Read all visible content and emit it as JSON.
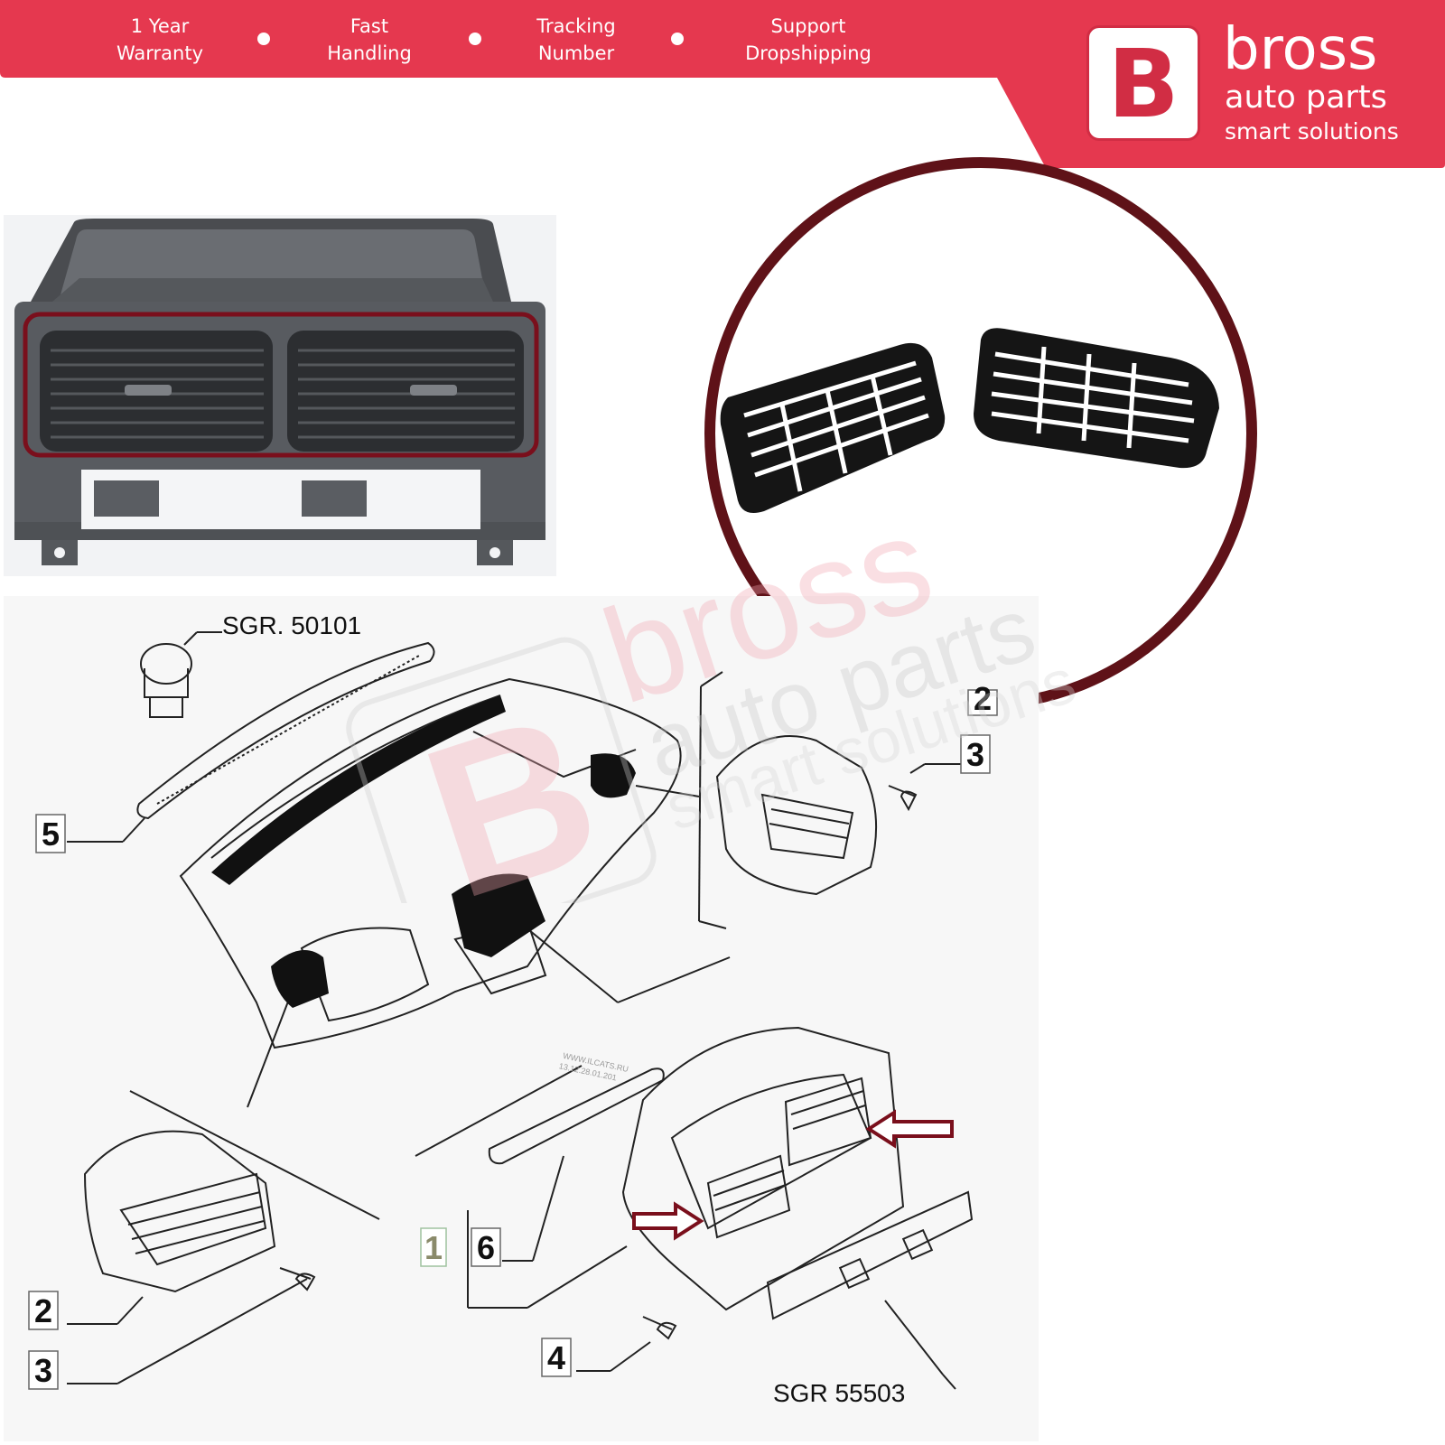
{
  "banner": {
    "features": [
      {
        "line1": "1 Year",
        "line2": "Warranty"
      },
      {
        "line1": "Fast",
        "line2": "Handling"
      },
      {
        "line1": "Tracking",
        "line2": "Number"
      },
      {
        "line1": "Support",
        "line2": "Dropshipping"
      }
    ],
    "accent_color": "#e5384f",
    "dark_accent_color": "#7a0f1c"
  },
  "brand": {
    "logo_letter": "B",
    "name": "bross",
    "line2": "auto parts",
    "line3": "smart solutions"
  },
  "diagram": {
    "ref_top": "SGR. 50101",
    "ref_bottom": "SGR 55503",
    "source_stamp_1": "WWW.ILCATS.RU",
    "source_stamp_2": "13.12.28.01.201",
    "callouts": {
      "n1": "1",
      "n2a": "2",
      "n2b": "2",
      "n3a": "3",
      "n3b": "3",
      "n4": "4",
      "n5": "5",
      "n6": "6"
    }
  }
}
